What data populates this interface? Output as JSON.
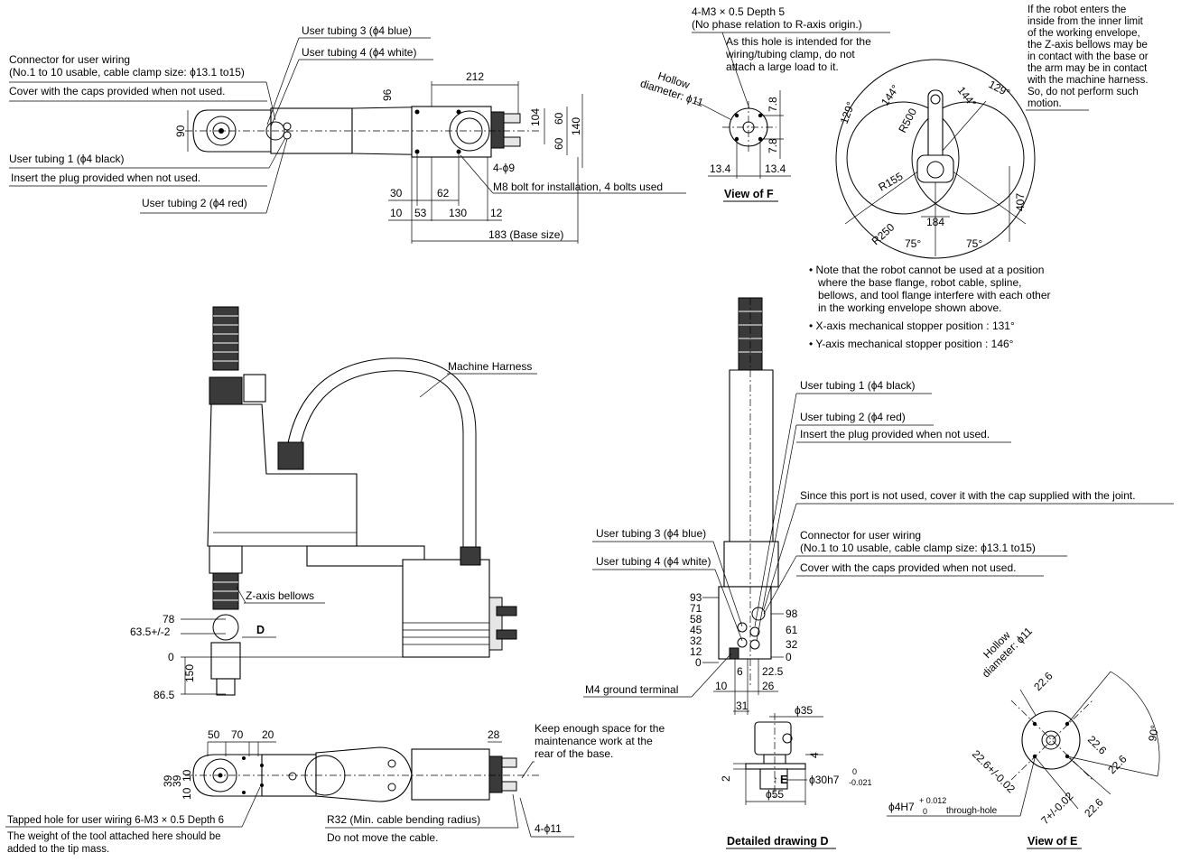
{
  "top_view": {
    "connector_wiring_1": "Connector for user wiring",
    "connector_wiring_2": "(No.1 to 10 usable, cable clamp size: ϕ13.1 to15)",
    "cover_caps": "Cover with the caps provided when not used.",
    "tubing3": "User tubing 3 (ϕ4 blue)",
    "tubing4": "User tubing 4 (ϕ4 white)",
    "tubing1": "User tubing 1 (ϕ4 black)",
    "insert_plug": "Insert the plug provided when not used.",
    "tubing2": "User tubing 2 (ϕ4 red)",
    "d212": "212",
    "d96": "96",
    "d90": "90",
    "d104": "104",
    "d60a": "60",
    "d60b": "60",
    "d140": "140",
    "d30": "30",
    "d62": "62",
    "d10": "10",
    "d53": "53",
    "d130": "130",
    "d12": "12",
    "holes": "4-ϕ9",
    "bolts": "M8 bolt for installation, 4 bolts used",
    "base_size": "183 (Base size)"
  },
  "view_f": {
    "note1": "4-M3 × 0.5  Depth 5",
    "note2": "(No phase relation to R-axis origin.)",
    "note3": "As this hole is intended for the",
    "note4": "wiring/tubing clamp, do not",
    "note5": "attach a large load to it.",
    "hollow1": "Hollow",
    "hollow2": "diameter: ϕ11",
    "d78a": "7.8",
    "d78b": "7.8",
    "d134a": "13.4",
    "d134b": "13.4",
    "title": "View of F"
  },
  "envelope": {
    "warn1": "If the robot enters the",
    "warn2": "inside from the inner limit",
    "warn3": "of the working envelope,",
    "warn4": "the Z-axis bellows may be",
    "warn5": "in contact with the base or",
    "warn6": "the arm may be in contact",
    "warn7": "with the machine harness.",
    "warn8": "So, do not perform such",
    "warn9": "motion.",
    "a129l": "129°",
    "a129r": "129°",
    "a144l": "144°",
    "a144r": "144°",
    "r500": "R500",
    "r155": "R155",
    "r250": "R250",
    "d407": "407",
    "d184": "184",
    "a75l": "75°",
    "a75r": "75°"
  },
  "notes": {
    "n1": "• Note that the robot cannot be used at a position",
    "n2": "where the base flange, robot cable, spline,",
    "n3": "bellows, and tool flange interfere with each other",
    "n4": "in the working envelope shown above.",
    "n5": "• X-axis mechanical stopper position : 131°",
    "n6": "• Y-axis mechanical stopper position : 146°"
  },
  "side_view": {
    "harness": "Machine Harness",
    "bellows": "Z-axis bellows",
    "d78": "78",
    "d635": "63.5+/-2",
    "d0": "0",
    "d150": "150",
    "d865": "86.5",
    "detail_mark": "D"
  },
  "front_view": {
    "tubing1": "User tubing 1 (ϕ4 black)",
    "tubing2": "User tubing 2 (ϕ4 red)",
    "insert_plug": "Insert the plug provided when not used.",
    "port_note": "Since this port is not used, cover it with the cap supplied with the joint.",
    "connector1": "Connector for user wiring",
    "connector2": "(No.1 to 10 usable, cable clamp size: ϕ13.1 to15)",
    "cover": "Cover with the caps provided when not used.",
    "tubing3": "User tubing 3 (ϕ4 blue)",
    "tubing4": "User tubing 4 (ϕ4 white)",
    "l93": "93",
    "l71": "71",
    "l58": "58",
    "l45": "45",
    "l32": "32",
    "l12": "12",
    "l0": "0",
    "r98": "98",
    "r61": "61",
    "r32": "32",
    "r0": "0",
    "d6": "6",
    "d225": "22.5",
    "d10": "10",
    "d26": "26",
    "d31": "31",
    "ground": "M4 ground terminal"
  },
  "bottom_view": {
    "d50": "50",
    "d70": "70",
    "d20": "20",
    "d28": "28",
    "d39a": "39",
    "d39b": "39",
    "d10a": "10",
    "d10b": "10",
    "keep1": "Keep enough space for the",
    "keep2": "maintenance work at the",
    "keep3": "rear of the base.",
    "tapped": "Tapped hole for user wiring 6-M3 × 0.5 Depth 6",
    "weight1": "The weight of the tool attached here should be",
    "weight2": "added to the tip mass.",
    "r32": "R32 (Min. cable bending radius)",
    "no_move": "Do not move the cable.",
    "holes": "4-ϕ11"
  },
  "detail_d": {
    "d35": "ϕ35",
    "d4": "4",
    "d2": "2",
    "e": "E",
    "d30": "ϕ30h7",
    "tol_up": "0",
    "tol_dn": "-0.021",
    "d55": "ϕ55",
    "title": "Detailed drawing D"
  },
  "view_e": {
    "hollow1": "Hollow",
    "hollow2": "diameter: ϕ11",
    "d226a": "22.6",
    "d226b": "22.6",
    "d226c": "22.6",
    "d226d": "22.6",
    "d226tol": "22.6+/-0.02",
    "d7tol": "7+/-0.02",
    "a90": "90°",
    "hole": "ϕ4H7",
    "hole_tol_up": "+ 0.012",
    "hole_tol_dn": "0",
    "through": "through-hole",
    "title": "View of E"
  }
}
